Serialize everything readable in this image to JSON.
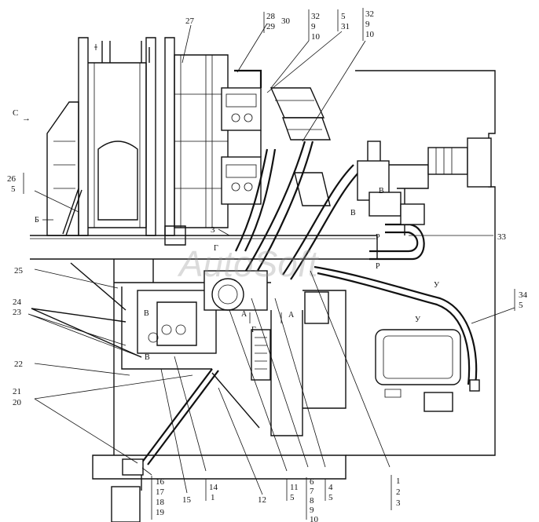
{
  "watermark": "AutoSoft",
  "view_marker": {
    "letter": "С",
    "arrow": "→"
  },
  "section_letters": {
    "b_left": "Б",
    "v_left": "В",
    "v_bottom": "В",
    "g_upper": "Г",
    "g_lower": "Г",
    "v_pump_1": "В",
    "v_pump_2": "В",
    "r_upper": "Р",
    "r_lower": "Р",
    "u_1": "У",
    "u_2": "У",
    "a_left": "А",
    "a_right": "А",
    "view3": "3"
  },
  "callouts": {
    "c27": "27",
    "c28_29": [
      "28",
      "29"
    ],
    "c30": "30",
    "c32_9_10_a": [
      "32",
      "9",
      "10"
    ],
    "c5_31": [
      "5",
      "31"
    ],
    "c32_9_10_b": [
      "32",
      "9",
      "10"
    ],
    "c26_5": [
      "26",
      "5"
    ],
    "c33": "33",
    "c25": "25",
    "c24_23": [
      "24",
      "23"
    ],
    "c34_5": [
      "34",
      "5"
    ],
    "c22": "22",
    "c21_20": [
      "21",
      "20"
    ],
    "c16_19": [
      "16",
      "17",
      "18",
      "19"
    ],
    "c15": "15",
    "c14_1": [
      "14",
      "1"
    ],
    "c12": "12",
    "c11_5": [
      "11",
      "5"
    ],
    "c6_10": [
      "6",
      "7",
      "8",
      "9",
      "10"
    ],
    "c4_5": [
      "4",
      "5"
    ],
    "c1_3": [
      "1",
      "2",
      "3"
    ]
  }
}
